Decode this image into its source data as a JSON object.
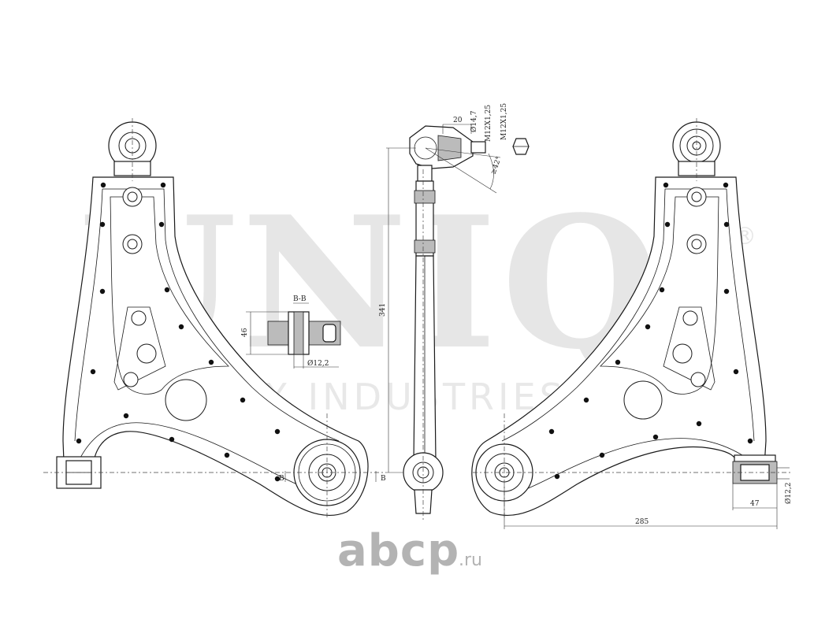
{
  "watermark": {
    "brand": "UNIQ",
    "registered": "®",
    "tagline": "WEX INDUSTRIES"
  },
  "logo": {
    "name": "abcp",
    "suffix": ".ru"
  },
  "section": {
    "label": "B-B",
    "height": "46",
    "bore": "Ø12,2"
  },
  "ball_joint": {
    "thread_a": "M12X1,25",
    "thread_b": "M12X1,25",
    "diameter": "Ø14,7",
    "length": "20",
    "angle": "≥42°"
  },
  "link_length": "341",
  "right_arm": {
    "span": "285",
    "bushing_width": "47",
    "bushing_bore": "Ø12,2"
  },
  "section_marks": [
    "B",
    "B"
  ]
}
